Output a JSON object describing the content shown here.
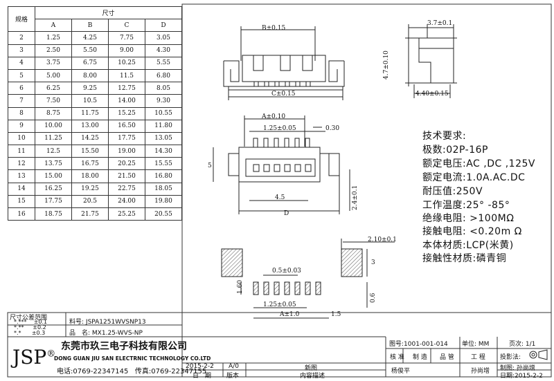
{
  "table": {
    "header_size": "规格",
    "header_dims": "尺寸",
    "cols": [
      "A",
      "B",
      "C",
      "D"
    ],
    "rows": [
      [
        "2",
        "1.25",
        "4.25",
        "7.75",
        "3.05"
      ],
      [
        "3",
        "2.50",
        "5.50",
        "9.00",
        "4.30"
      ],
      [
        "4",
        "3.75",
        "6.75",
        "10.25",
        "5.55"
      ],
      [
        "5",
        "5.00",
        "8.00",
        "11.5",
        "6.80"
      ],
      [
        "6",
        "6.25",
        "9.25",
        "12.75",
        "8.05"
      ],
      [
        "7",
        "7.50",
        "10.5",
        "14.00",
        "9.30"
      ],
      [
        "8",
        "8.75",
        "11.75",
        "15.25",
        "10.55"
      ],
      [
        "9",
        "10.00",
        "13.00",
        "16.50",
        "11.80"
      ],
      [
        "10",
        "11.25",
        "14.25",
        "17.75",
        "13.05"
      ],
      [
        "11",
        "12.5",
        "15.50",
        "19.00",
        "14.30"
      ],
      [
        "12",
        "13.75",
        "16.75",
        "20.25",
        "15.55"
      ],
      [
        "13",
        "15.00",
        "18.00",
        "21.50",
        "16.80"
      ],
      [
        "14",
        "16.25",
        "19.25",
        "22.75",
        "18.05"
      ],
      [
        "15",
        "17.75",
        "20.5",
        "24.00",
        "19.80"
      ],
      [
        "16",
        "18.75",
        "21.75",
        "25.25",
        "20.55"
      ]
    ]
  },
  "dims": {
    "b": "B±0.15",
    "c": "C±0.15",
    "w37": "3.7±0.1",
    "h47": "4.7±0.10",
    "w44": "4.40±0.15",
    "a010": "A±0.10",
    "p125": "1.25±0.05",
    "p030": "0.30",
    "five": "5",
    "d": "D",
    "w45": "4.5",
    "h24": "2.4±0.1",
    "w210": "2.10±0.1",
    "three": "3",
    "p05": "0.5±0.03",
    "h160": "1.60",
    "p125b": "1.25±0.05",
    "a10": "A±1.0",
    "f15": "1.5",
    "f06": "0.6"
  },
  "requirements": {
    "title": "技术要求:",
    "lines": [
      "极数:02P-16P",
      "额定电压:AC ,DC ,125V",
      "额定电流:1.0A.AC.DC",
      "耐压值:250V",
      "工作温度:25° -85°",
      "绝缘电阻: >100MΩ",
      "接触电阻: <0.20m Ω",
      "本体材质:LCP(米黄)",
      "接触性材质:磷青铜"
    ]
  },
  "title_block": {
    "tol_title": "尺寸公差范围",
    "tol": [
      [
        "*.***",
        "±0.1"
      ],
      [
        "*.**",
        "±0.2"
      ],
      [
        "*.*",
        "±0.3"
      ]
    ],
    "part_label": "料号:",
    "part_no": "JSPA1251WVSNP13",
    "name_label": "品　名:",
    "name": "MX1.25-WVS-NP",
    "logo": "JSP",
    "reg": "®",
    "company_cn": "东莞市玖三电子科技有限公司",
    "company_en": "DONG GUAN JIU SAN ELECTRNIC TECHNOLOGY CO.LTD",
    "tel": "电话:0769-22347145",
    "fax": "传真:0769-22347155",
    "drawing_no": "图号:1001-001-014",
    "unit": "单位: MM",
    "page": "页次: 1/1",
    "approve": "核 准",
    "make": "制 造",
    "quality": "品 管",
    "engineering": "工 程",
    "projection": "投影法:",
    "rev_date": "2015-2-2",
    "rev_ver": "A/0",
    "rev_desc": "新图",
    "approver_name": "杨俊平",
    "engineer_name": "孙尚增",
    "drafter": "制图: 孙尚增",
    "draw_date": "日期:2015-2-2",
    "col_date": "日　期",
    "col_ver": "版本",
    "col_desc": "内容描述"
  }
}
